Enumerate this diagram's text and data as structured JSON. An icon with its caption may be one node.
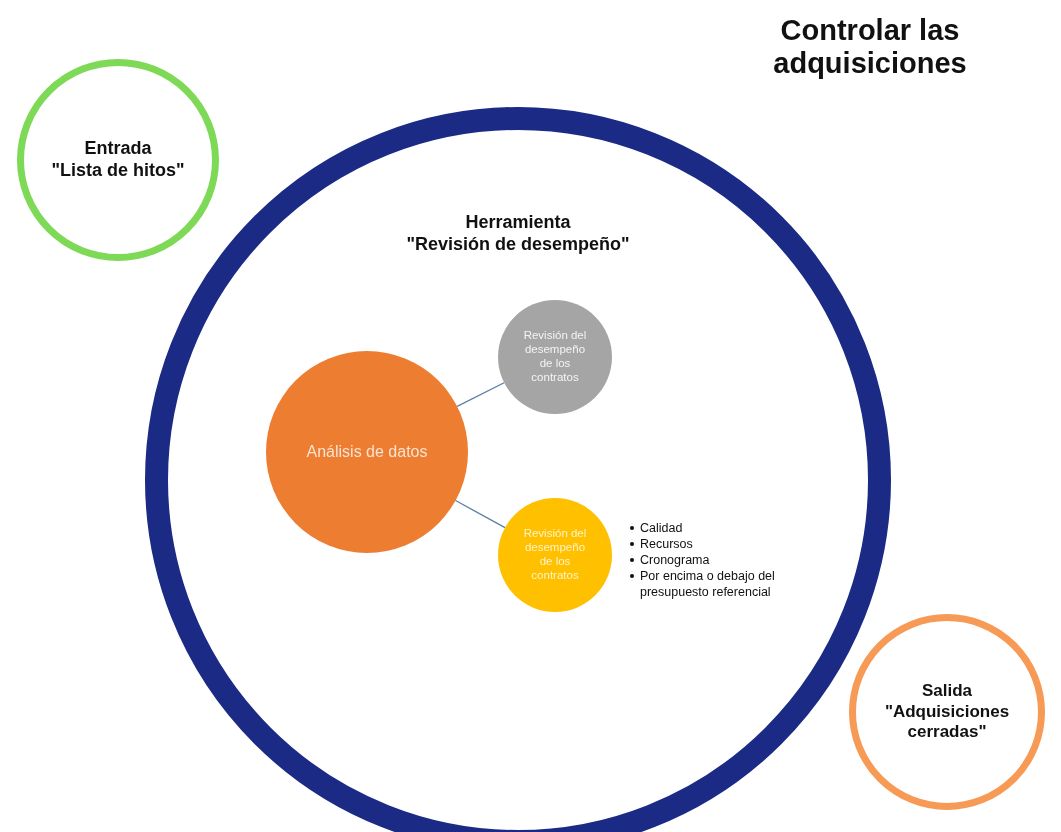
{
  "diagram": {
    "title": "Controlar las adquisiciones",
    "nodes": [
      {
        "text": [
          "Entrada",
          "\"Lista de hitos\""
        ]
      },
      {
        "text": [
          "Herramienta",
          "\"Revisión de desempeño\""
        ]
      },
      {
        "text": [
          "Análisis de datos"
        ],
        "in": 1
      },
      {
        "text": [
          "Revisión del desempeño de los contratos"
        ],
        "in": 1
      },
      {
        "text": [
          "Revisión del desempeño de los contratos"
        ],
        "in": 1,
        "beside": [
          "Calidad",
          "Recursos",
          "Cronograma",
          "Por encima o debajo del presupuesto referencial"
        ]
      },
      {
        "text": [
          "Salida",
          "\"Adquisiciones cerradas\""
        ]
      }
    ],
    "edges": [
      {
        "from": 2,
        "to": 3,
        "arrow": "none",
        "color": "#5b7fa6"
      },
      {
        "from": 2,
        "to": 4,
        "arrow": "none",
        "color": "#5b7fa6"
      }
    ]
  }
}
